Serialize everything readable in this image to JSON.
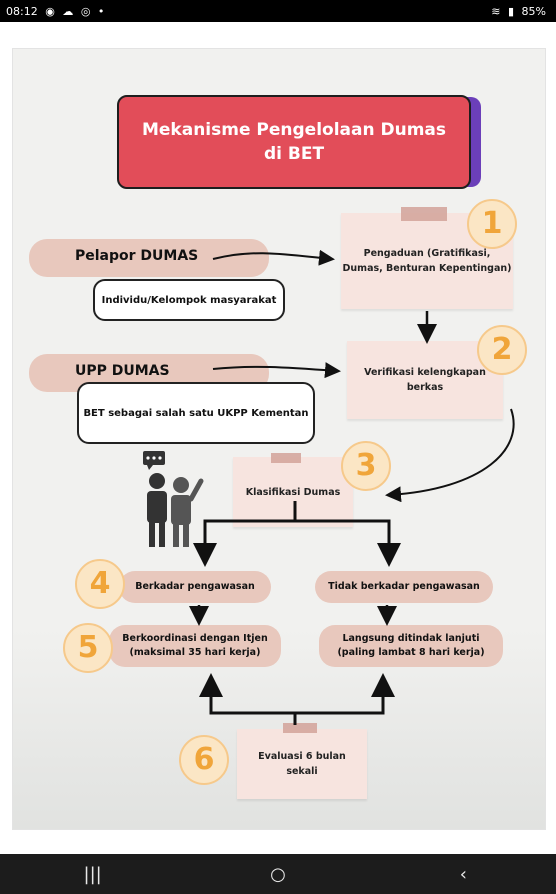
{
  "status_bar": {
    "time": "08:12",
    "left_icons": [
      "whatsapp-icon",
      "cloud-icon",
      "instagram-icon",
      "dot-icon"
    ],
    "battery": "85%"
  },
  "poster": {
    "title_line1": "Mekanisme Pengelolaan Dumas",
    "title_line2": "di BET",
    "reporter_title": "Pelapor DUMAS",
    "reporter_desc": "Individu/Kelompok masyarakat",
    "upp_title": "UPP DUMAS",
    "upp_desc": "BET sebagai salah satu UKPP  Kementan",
    "steps": {
      "s1": {
        "num": "1",
        "text_line1": "Pengaduan (Gratifikasi,",
        "text_line2": "Dumas, Benturan Kepentingan)"
      },
      "s2": {
        "num": "2",
        "text_line1": "Verifikasi kelengkapan",
        "text_line2": "berkas"
      },
      "s3": {
        "num": "3",
        "text": "Klasifikasi Dumas"
      },
      "s4": {
        "num": "4",
        "text": "Berkadar pengawasan"
      },
      "s4b": {
        "text": "Tidak berkadar pengawasan"
      },
      "s5": {
        "num": "5",
        "text_line1": "Berkoordinasi dengan Itjen",
        "text_line2": "(maksimal 35 hari kerja)"
      },
      "s5b": {
        "text_line1": "Langsung ditindak lanjuti",
        "text_line2": "(paling lambat 8 hari kerja)"
      },
      "s6": {
        "num": "6",
        "text_line1": "Evaluasi 6 bulan",
        "text_line2": "sekali"
      }
    }
  },
  "nav": {
    "recents": "|||",
    "home": "○",
    "back": "‹"
  }
}
